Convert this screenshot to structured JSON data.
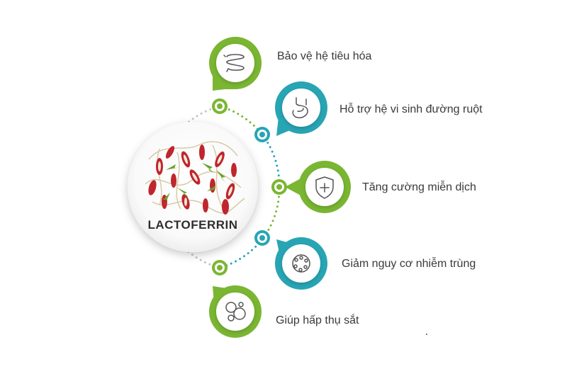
{
  "center": {
    "title": "LACTOFERRIN"
  },
  "benefits": [
    {
      "label": "Bảo vệ hệ tiêu hóa",
      "color": "#7ab632",
      "icon": "intestine-icon"
    },
    {
      "label": "Hỗ trợ hệ vi sinh đường ruột",
      "color": "#28a5b4",
      "icon": "stomach-icon"
    },
    {
      "label": "Tăng cường miễn dịch",
      "color": "#7ab632",
      "icon": "shield-plus-icon"
    },
    {
      "label": "Giảm nguy cơ nhiễm trùng",
      "color": "#28a5b4",
      "icon": "cell-icon"
    },
    {
      "label": "Giúp hấp thụ sắt",
      "color": "#7ab632",
      "icon": "molecules-icon"
    }
  ],
  "colors": {
    "green": "#7ab632",
    "teal": "#28a5b4",
    "gray_ring": "#c8c8c8"
  }
}
